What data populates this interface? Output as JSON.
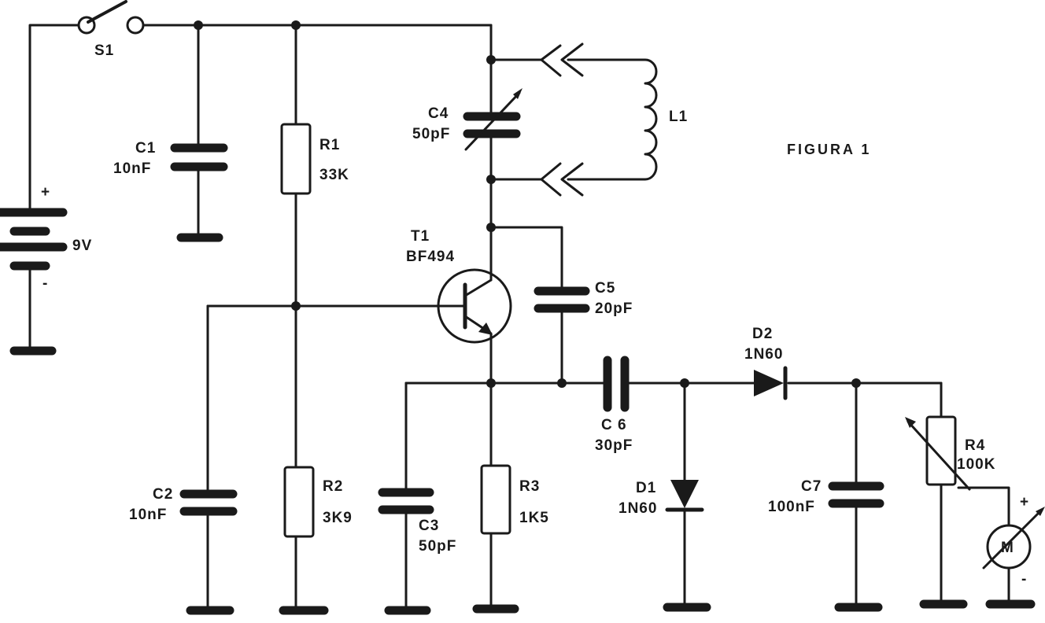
{
  "figure": {
    "title": "FIGURA 1"
  },
  "components": {
    "s1": {
      "ref": "S1"
    },
    "battery": {
      "value": "9V",
      "plus": "+",
      "minus": "-"
    },
    "c1": {
      "ref": "C1",
      "value": "10nF"
    },
    "r1": {
      "ref": "R1",
      "value": "33K"
    },
    "c4": {
      "ref": "C4",
      "value": "50pF"
    },
    "l1": {
      "ref": "L1"
    },
    "t1": {
      "ref": "T1",
      "value": "BF494"
    },
    "c5": {
      "ref": "C5",
      "value": "20pF"
    },
    "c2": {
      "ref": "C2",
      "value": "10nF"
    },
    "r2": {
      "ref": "R2",
      "value": "3K9"
    },
    "c3": {
      "ref": "C3",
      "value": "50pF"
    },
    "r3": {
      "ref": "R3",
      "value": "1K5"
    },
    "c6": {
      "ref": "C 6",
      "value": "30pF"
    },
    "d1": {
      "ref": "D1",
      "value": "1N60"
    },
    "d2": {
      "ref": "D2",
      "value": "1N60"
    },
    "c7": {
      "ref": "C7",
      "value": "100nF"
    },
    "r4": {
      "ref": "R4",
      "value": "100K"
    },
    "meter": {
      "symbol": "M",
      "plus": "+",
      "minus": "-"
    }
  }
}
